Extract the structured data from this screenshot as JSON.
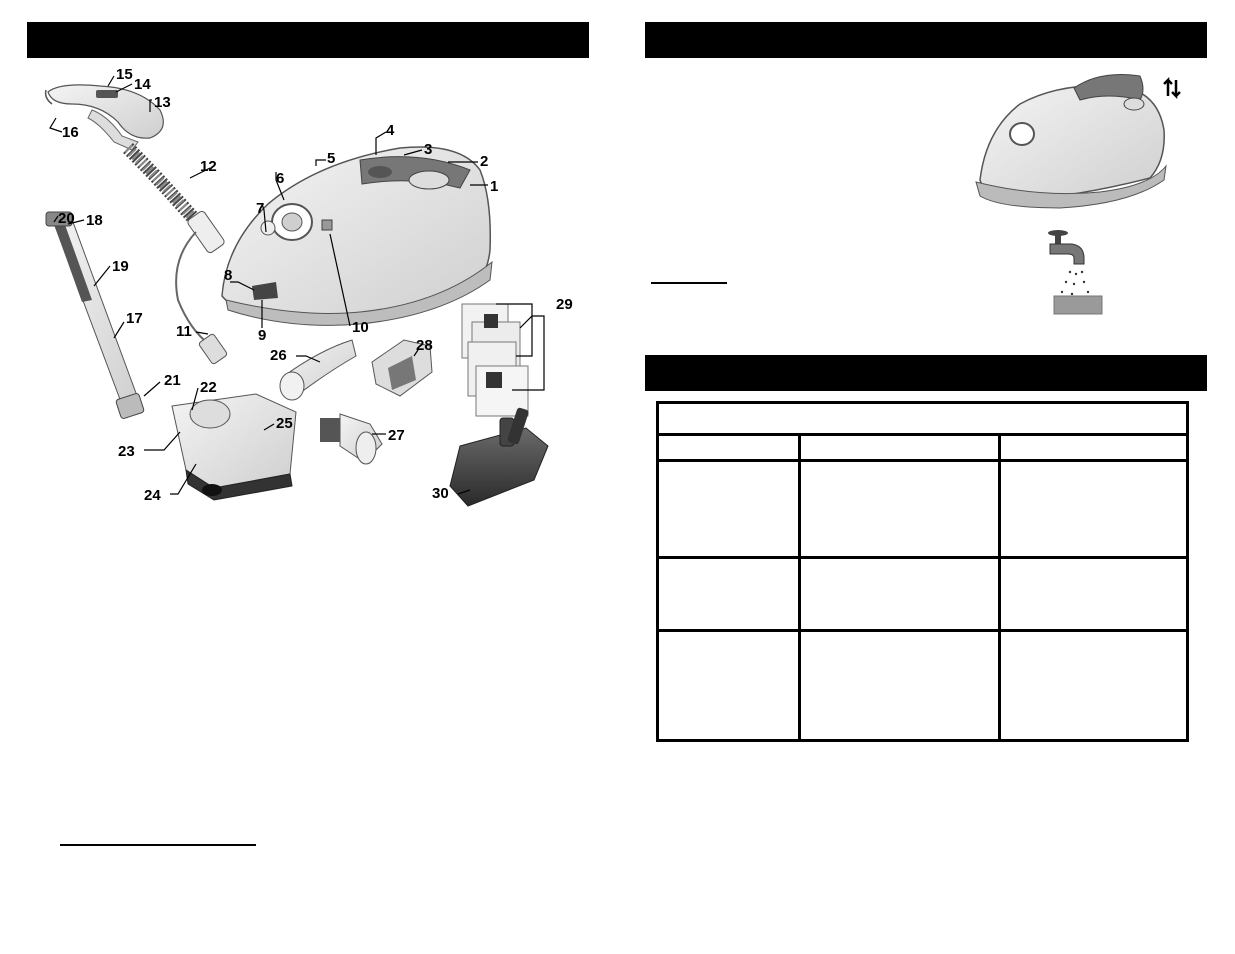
{
  "callouts": [
    "1",
    "2",
    "3",
    "4",
    "5",
    "6",
    "7",
    "8",
    "9",
    "10",
    "11",
    "12",
    "13",
    "14",
    "15",
    "16",
    "17",
    "18",
    "19",
    "20",
    "21",
    "22",
    "23",
    "24",
    "25",
    "26",
    "27",
    "28",
    "29",
    "30"
  ],
  "icons": {
    "up_down_arrows": "up-down-arrows-icon",
    "faucet": "faucet-water-icon",
    "filter_pad": "filter-pad"
  },
  "colors": {
    "header_bar": "#000000",
    "filter_pad": "#9a9a9a"
  }
}
